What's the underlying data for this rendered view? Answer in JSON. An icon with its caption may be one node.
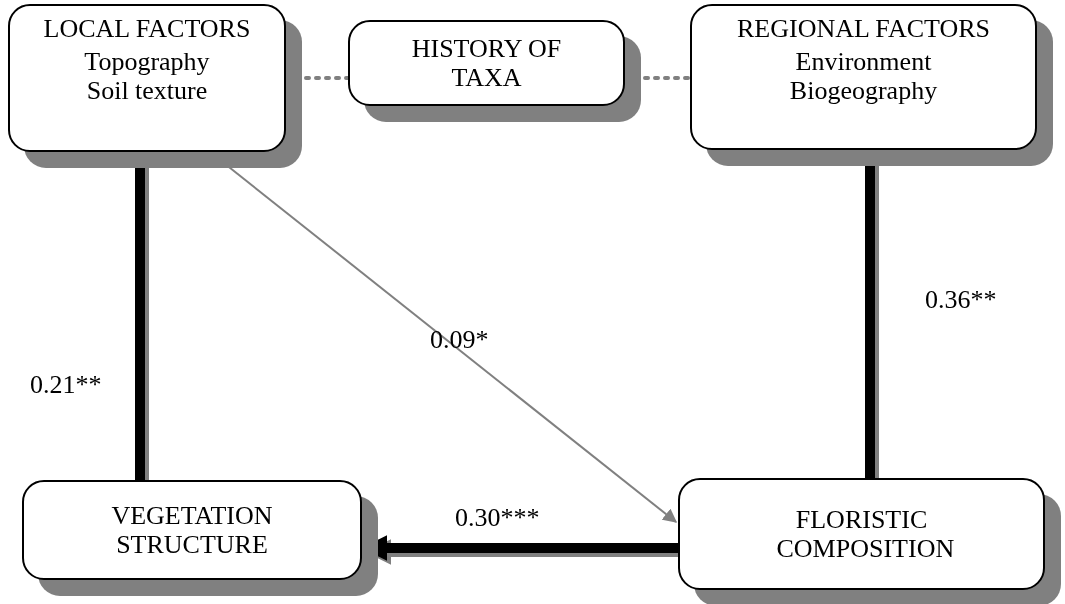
{
  "diagram": {
    "nodes": [
      {
        "text": [
          "LOCAL FACTORS",
          "Topography",
          "Soil texture"
        ]
      },
      {
        "text": [
          "HISTORY OF TAXA"
        ]
      },
      {
        "text": [
          "REGIONAL FACTORS",
          "Environment",
          "Biogeography"
        ]
      },
      {
        "text": [
          "VEGETATION STRUCTURE"
        ]
      },
      {
        "text": [
          "FLORISTIC COMPOSITION"
        ]
      }
    ],
    "edges": [
      {
        "from": 0,
        "to": 1,
        "arrow": "none",
        "style": "dashed",
        "color": "#808080"
      },
      {
        "from": 1,
        "to": 2,
        "arrow": "none",
        "style": "dashed",
        "color": "#808080"
      },
      {
        "from": 0,
        "to": 3,
        "arrow": "none",
        "style": "thick",
        "label": "0.21**",
        "color": "#000000"
      },
      {
        "from": 0,
        "to": 4,
        "arrow": "to",
        "label": "0.09*",
        "color": "#808080"
      },
      {
        "from": 2,
        "to": 4,
        "arrow": "none",
        "style": "thick",
        "label": "0.36**",
        "color": "#000000"
      },
      {
        "from": 4,
        "to": 3,
        "arrow": "to",
        "style": "thick",
        "label": "0.30***",
        "color": "#000000"
      }
    ]
  }
}
